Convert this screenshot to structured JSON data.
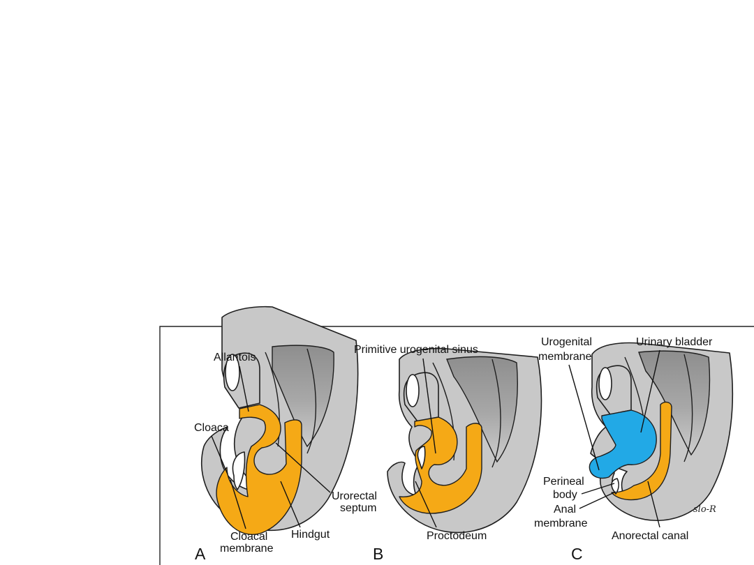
{
  "colors": {
    "hindgut_orange": "#f5a916",
    "bladder_blue": "#22a9e6",
    "tissue_gray": "#c8c8c8",
    "outline": "#1e1e1e"
  },
  "panels": {
    "A": {
      "letter": "A",
      "labels": {
        "allantois": "Allantois",
        "cloaca": "Cloaca",
        "urorectal_line1": "Urorectal",
        "urorectal_line2": "septum",
        "cloacal_line1": "Cloacal",
        "cloacal_line2": "membrane",
        "hindgut": "Hindgut"
      }
    },
    "B": {
      "letter": "B",
      "labels": {
        "primitive_urogenital_sinus": "Primitive urogenital sinus",
        "proctodeum": "Proctodeum"
      }
    },
    "C": {
      "letter": "C",
      "labels": {
        "urogenital_line1": "Urogenital",
        "urogenital_line2": "membrane",
        "urinary_bladder": "Urinary bladder",
        "perineal_line1": "Perineal",
        "perineal_line2": "body",
        "anal_line1": "Anal",
        "anal_line2": "membrane",
        "anorectal_canal": "Anorectal canal"
      },
      "artist_signature": "slo-R"
    }
  }
}
